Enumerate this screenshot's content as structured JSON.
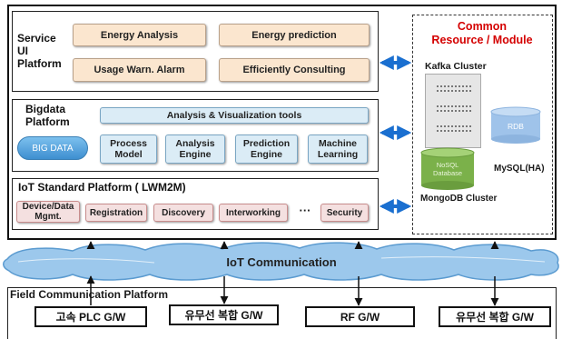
{
  "service": {
    "title": "Service\nUI\nPlatform",
    "boxes": [
      "Energy Analysis",
      "Energy prediction",
      "Usage Warn. Alarm",
      "Efficiently Consulting"
    ]
  },
  "bigdata": {
    "title": "Bigdata\nPlatform",
    "logo": "BIG DATA",
    "tools": "Analysis & Visualization tools",
    "engines": [
      "Process\nModel",
      "Analysis\nEngine",
      "Prediction\nEngine",
      "Machine\nLearning"
    ]
  },
  "iot": {
    "title": "IoT Standard Platform ( LWM2M)",
    "items": [
      "Device/Data\nMgmt.",
      "Registration",
      "Discovery",
      "Interworking",
      "···",
      "Security"
    ]
  },
  "common": {
    "title": "Common\nResource / Module",
    "kafka": "Kafka Cluster",
    "rdb": "RDB",
    "mysql": "MySQL(HA)",
    "nosql": "NoSQL\nDatabase",
    "mongo": "MongoDB Cluster"
  },
  "communication": {
    "label": "IoT Communication"
  },
  "field": {
    "title": "Field Communication Platform",
    "gateways": [
      "고속 PLC G/W",
      "유무선 복합 G/W",
      "RF G/W",
      "유무선 복합 G/W"
    ]
  },
  "colors": {
    "common_title": "#d40000",
    "arrow": "#1a6fd0",
    "cloud": "#9cc8ec"
  }
}
